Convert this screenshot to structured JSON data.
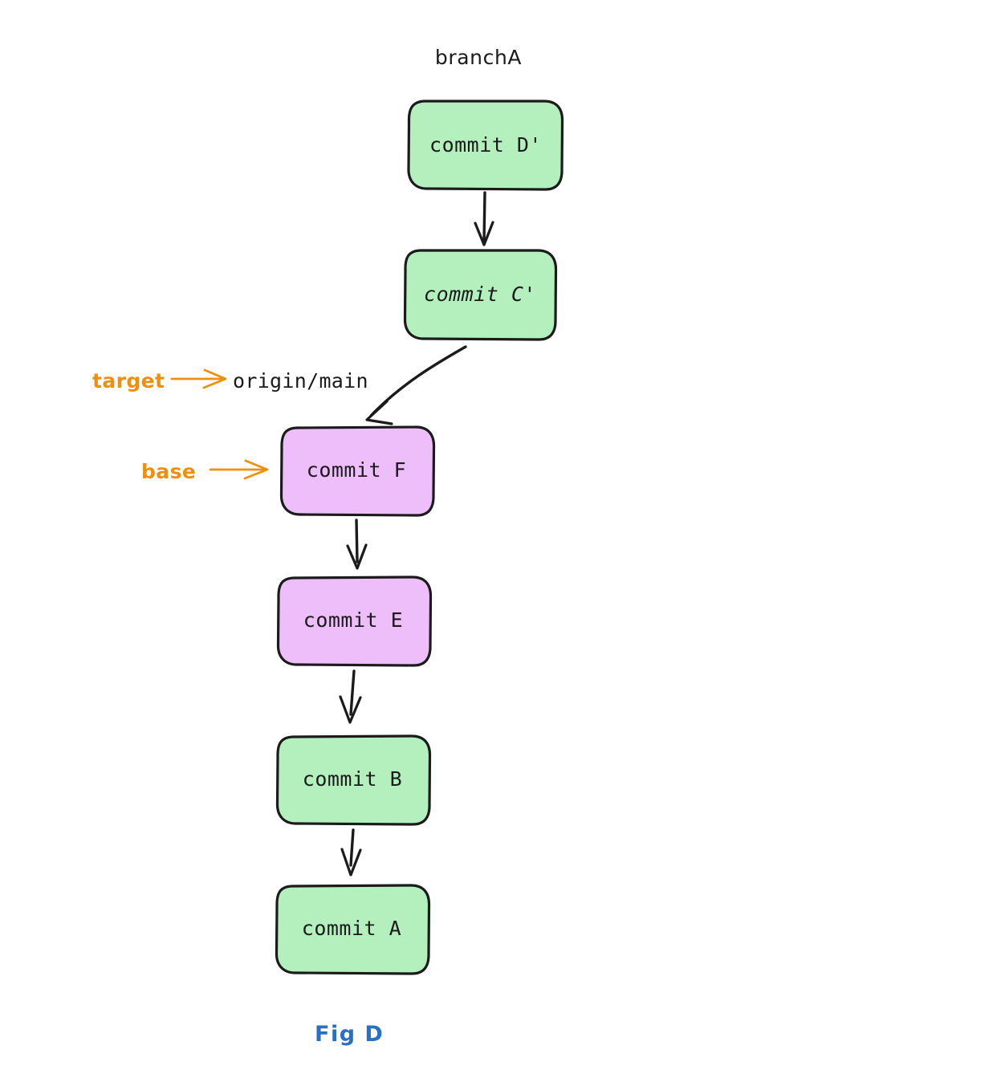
{
  "figure": {
    "caption": "Fig D",
    "caption_color": "#2a6fc4",
    "background": "#ffffff"
  },
  "palette": {
    "green_fill": "#b3f0be",
    "purple_fill": "#edbefa",
    "stroke": "#1b1b1b",
    "annotation_orange": "#ef8f0f",
    "text": "#1b1b1b"
  },
  "branches": [
    {
      "name": "branchA",
      "label": "branchA"
    }
  ],
  "refs": [
    {
      "name": "origin-main",
      "label": "origin/main"
    }
  ],
  "annotations": [
    {
      "name": "target",
      "label": "target",
      "points_to": "origin/main"
    },
    {
      "name": "base",
      "label": "base",
      "points_to": "commit F"
    }
  ],
  "nodes": [
    {
      "id": "D-prime",
      "label": "commit D'",
      "fill": "green",
      "italic": false
    },
    {
      "id": "C-prime",
      "label": "commit C'",
      "fill": "green",
      "italic": true
    },
    {
      "id": "F",
      "label": "commit F",
      "fill": "purple",
      "italic": false
    },
    {
      "id": "E",
      "label": "commit E",
      "fill": "purple",
      "italic": false
    },
    {
      "id": "B",
      "label": "commit B",
      "fill": "green",
      "italic": false
    },
    {
      "id": "A",
      "label": "commit A",
      "fill": "green",
      "italic": false
    }
  ],
  "edges": [
    {
      "from": "D-prime",
      "to": "C-prime",
      "style": "straight"
    },
    {
      "from": "C-prime",
      "to": "F",
      "style": "curved"
    },
    {
      "from": "F",
      "to": "E",
      "style": "straight"
    },
    {
      "from": "E",
      "to": "B",
      "style": "straight"
    },
    {
      "from": "B",
      "to": "A",
      "style": "straight"
    }
  ]
}
